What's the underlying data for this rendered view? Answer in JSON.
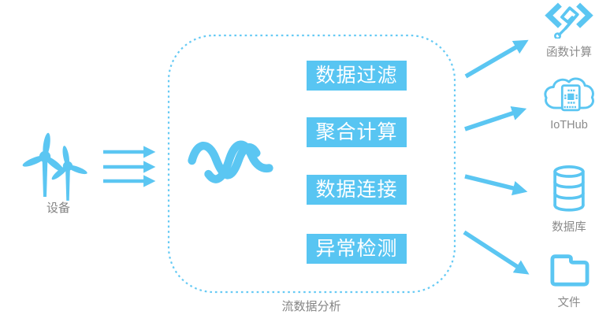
{
  "colors": {
    "accent_blue": "#5BC6F2",
    "chip_background": "#58C5F2",
    "chip_text": "#FFFFFF",
    "caption_gray": "#848484"
  },
  "source": {
    "label": "设备",
    "icon": "wind-turbines-icon"
  },
  "processor": {
    "caption": "流数据分析",
    "icon": "stream-wave-icon",
    "steps": [
      {
        "label": "数据过滤"
      },
      {
        "label": "聚合计算"
      },
      {
        "label": "数据连接"
      },
      {
        "label": "异常检测"
      }
    ]
  },
  "outputs": [
    {
      "label": "函数计算",
      "icon": "function-compute-icon"
    },
    {
      "label": "IoTHub",
      "icon": "iothub-cloud-chip-icon"
    },
    {
      "label": "数据库",
      "icon": "database-icon"
    },
    {
      "label": "文件",
      "icon": "file-folder-icon"
    }
  ]
}
